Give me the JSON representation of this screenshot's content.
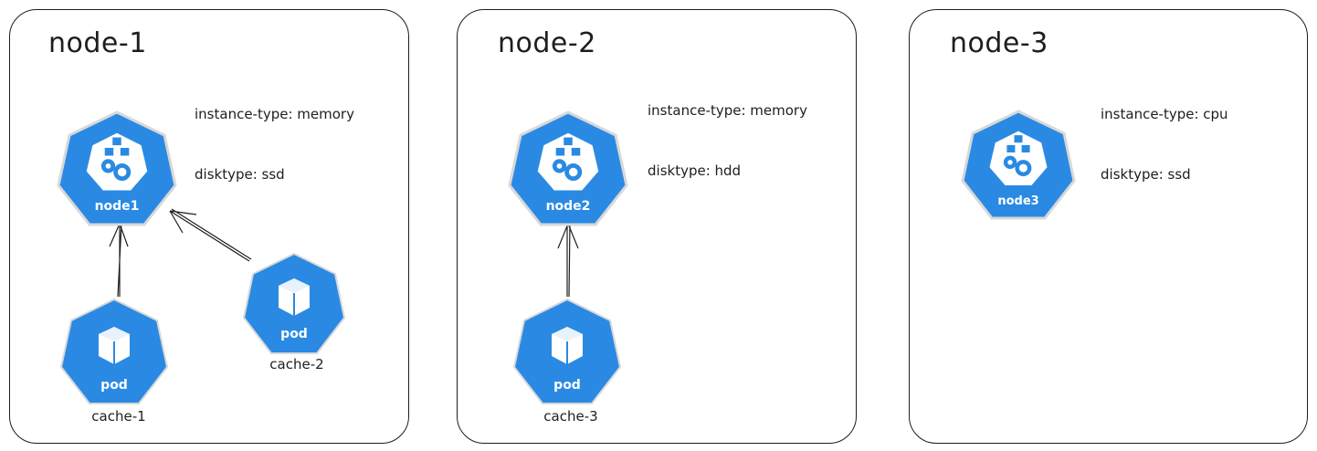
{
  "colors": {
    "k8s_blue": "#2a8ae3",
    "stroke": "#1e1e1e",
    "background": "#ffffff"
  },
  "nodes": [
    {
      "title": "node-1",
      "labels": [
        "instance-type: memory",
        "disktype: ssd"
      ],
      "icon_label": "node1",
      "icon": "kubernetes-node-icon"
    },
    {
      "title": "node-2",
      "labels": [
        "instance-type: memory",
        "disktype: hdd"
      ],
      "icon_label": "node2",
      "icon": "kubernetes-node-icon"
    },
    {
      "title": "node-3",
      "labels": [
        "instance-type: cpu",
        "disktype: ssd"
      ],
      "icon_label": "node3",
      "icon": "kubernetes-node-icon"
    }
  ],
  "pods": [
    {
      "name": "cache-1",
      "icon_label": "pod",
      "scheduled_on": "node-1",
      "icon": "kubernetes-pod-icon"
    },
    {
      "name": "cache-2",
      "icon_label": "pod",
      "scheduled_on": "node-1",
      "icon": "kubernetes-pod-icon"
    },
    {
      "name": "cache-3",
      "icon_label": "pod",
      "scheduled_on": "node-2",
      "icon": "kubernetes-pod-icon"
    }
  ],
  "edges": [
    {
      "from": "cache-1",
      "to": "node1"
    },
    {
      "from": "cache-2",
      "to": "node1"
    },
    {
      "from": "cache-3",
      "to": "node2"
    }
  ]
}
